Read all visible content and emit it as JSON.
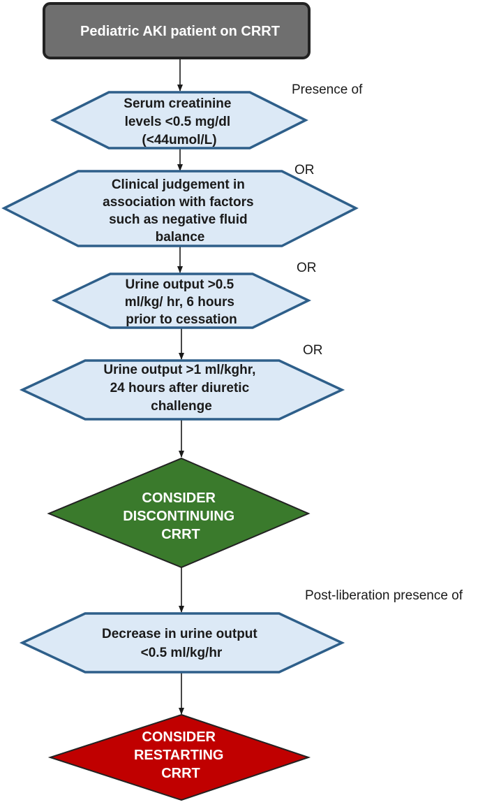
{
  "start_node": {
    "lines": [
      "Pediatric AKI patient on CRRT"
    ]
  },
  "criteria": [
    {
      "lines": [
        "Serum creatinine",
        "levels <0.5 mg/dl",
        "(<44umol/L)"
      ],
      "side_label": "Presence of"
    },
    {
      "lines": [
        "Clinical judgement in",
        "association with factors",
        "such as negative fluid",
        "balance"
      ],
      "side_label": "OR"
    },
    {
      "lines": [
        "Urine output >0.5",
        "ml/kg/ hr, 6 hours",
        "prior to cessation"
      ],
      "side_label": "OR"
    },
    {
      "lines": [
        "Urine output >1 ml/kghr,",
        "24 hours after diuretic",
        "challenge"
      ],
      "side_label": "OR"
    }
  ],
  "decision_discontinue": {
    "lines": [
      "CONSIDER",
      "DISCONTINUING",
      "CRRT"
    ],
    "color": "#3a7a2c"
  },
  "post_liberation": {
    "lines": [
      "Decrease in urine output",
      "<0.5 ml/kg/hr"
    ],
    "side_label": "Post-liberation presence of"
  },
  "decision_restart": {
    "lines": [
      "CONSIDER",
      "RESTARTING",
      "CRRT"
    ],
    "color": "#c00000"
  },
  "colors": {
    "start_fill": "#6f6f6f",
    "hexagon_fill": "#dce9f6",
    "hexagon_stroke": "#2e5f8a",
    "border_dark": "#222222"
  }
}
